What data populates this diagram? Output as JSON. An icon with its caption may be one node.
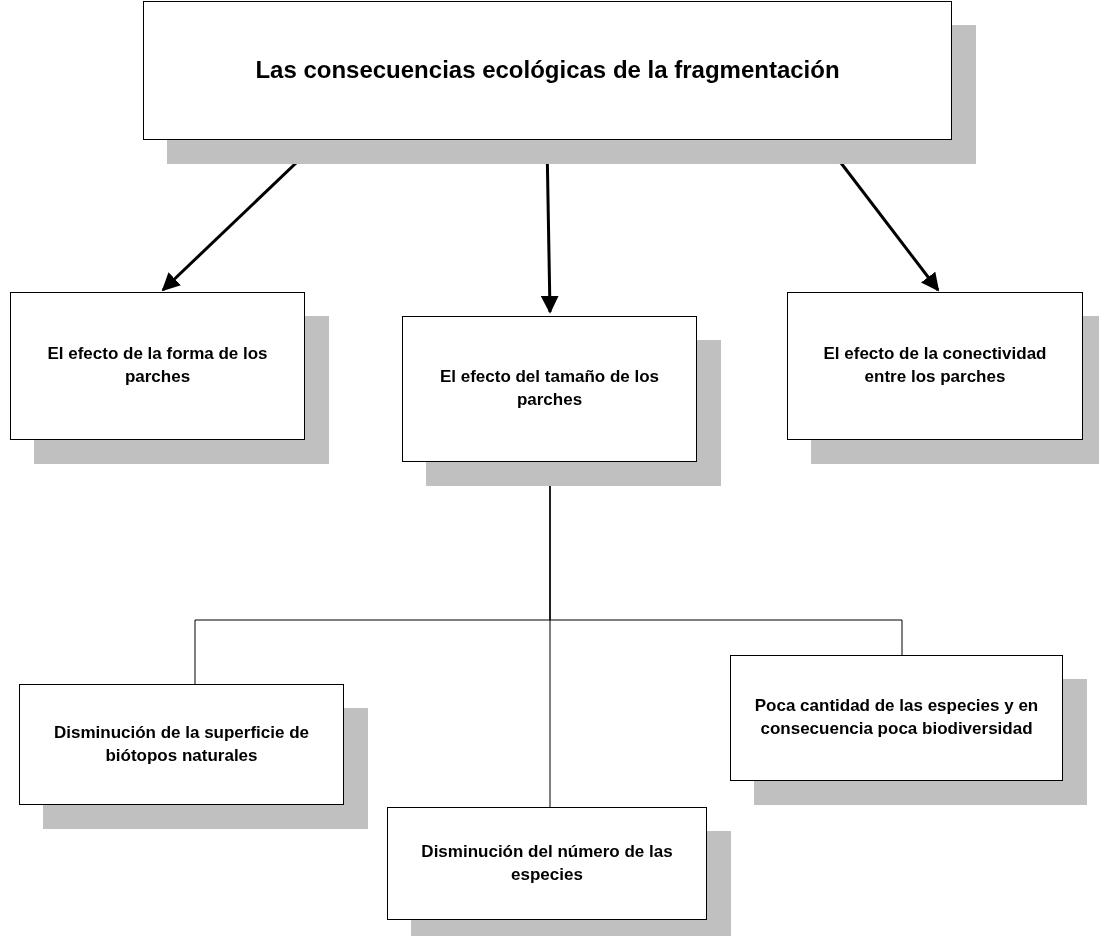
{
  "diagram": {
    "nodes": [
      {
        "text": [
          "Las consecuencias ecológicas de la fragmentación"
        ]
      },
      {
        "text": [
          "El efecto de la forma de los parches"
        ]
      },
      {
        "text": [
          "El efecto del tamaño de los parches"
        ]
      },
      {
        "text": [
          "El efecto de la conectividad entre los parches"
        ]
      },
      {
        "text": [
          "Disminución de la superficie de biótopos naturales"
        ]
      },
      {
        "text": [
          "Disminución del número de las especies"
        ]
      },
      {
        "text": [
          "Poca cantidad de las especies y en consecuencia poca biodiversidad"
        ]
      }
    ],
    "edges": [
      {
        "from": 0,
        "to": 1,
        "arrow": "to",
        "style": "thick"
      },
      {
        "from": 0,
        "to": 2,
        "arrow": "to",
        "style": "thick"
      },
      {
        "from": 0,
        "to": 3,
        "arrow": "to",
        "style": "thick"
      },
      {
        "from": 2,
        "to": 4,
        "arrow": "none"
      },
      {
        "from": 2,
        "to": 5,
        "arrow": "none"
      },
      {
        "from": 2,
        "to": 6,
        "arrow": "none"
      }
    ]
  }
}
